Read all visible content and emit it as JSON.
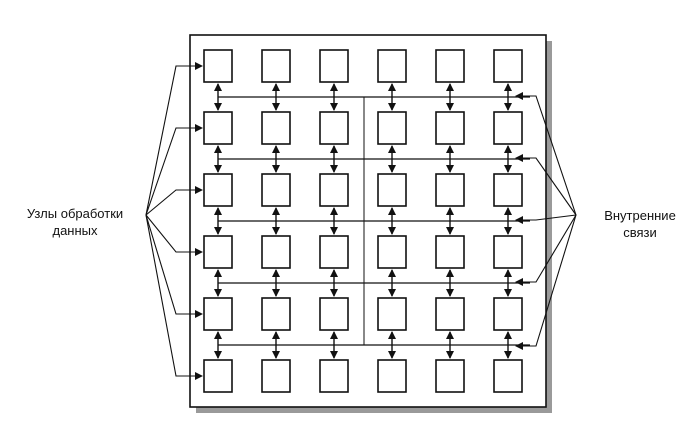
{
  "labels": {
    "left_line1": "Узлы обработки",
    "left_line2": "данных",
    "right_line1": "Внутренние",
    "right_line2": "связи"
  },
  "grid": {
    "rows": 6,
    "cols": 6
  },
  "colors": {
    "ink": "#111111",
    "panel": "#ffffff",
    "shadow": "#9a9a9a"
  }
}
